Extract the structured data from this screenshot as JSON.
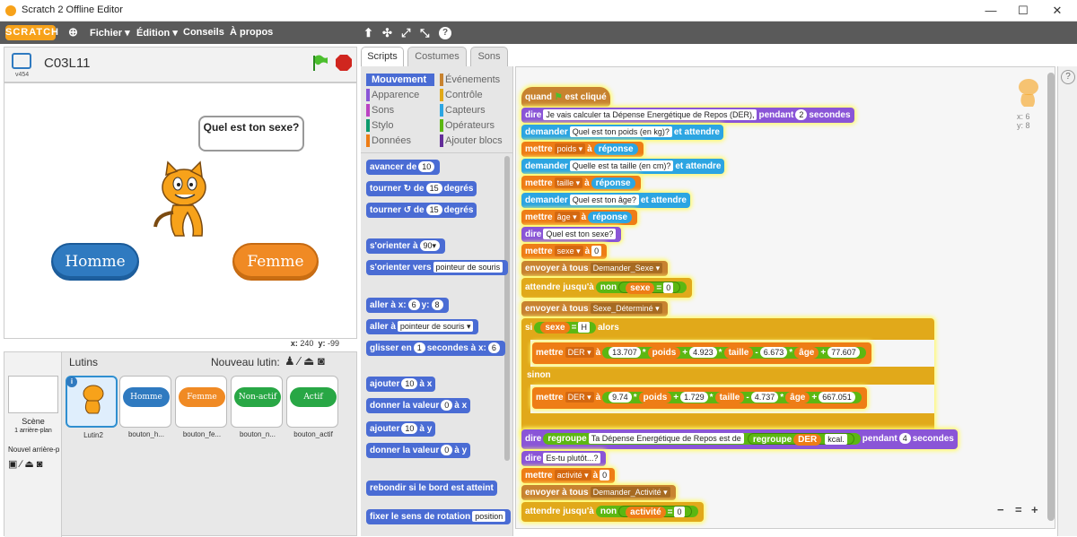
{
  "window": {
    "title": "Scratch 2 Offline Editor",
    "min": "—",
    "max": "☐",
    "close": "✕"
  },
  "menu": {
    "logo": "SCRATCH",
    "items": [
      "Fichier ▾",
      "Édition ▾",
      "Conseils",
      "À propos"
    ],
    "tools": [
      "⬆",
      "✣",
      "⤢",
      "⤡",
      "?"
    ]
  },
  "stage": {
    "name": "C03L11",
    "version": "v454",
    "bubble": "Quel est ton sexe?",
    "btn_homme": "Homme",
    "btn_femme": "Femme",
    "x_label": "x:",
    "x_val": "240",
    "y_label": "y:",
    "y_val": "-99"
  },
  "sprites": {
    "header": "Lutins",
    "new_label": "Nouveau lutin:",
    "scene_label": "Scène",
    "scene_sub": "1 arrière-plan",
    "new_bg": "Nouvel arrière-p",
    "items": [
      {
        "name": "Lutin2"
      },
      {
        "name": "bouton_h...",
        "pill": "Homme",
        "color": "#2f7ac0"
      },
      {
        "name": "bouton_fe...",
        "pill": "Femme",
        "color": "#f08a24"
      },
      {
        "name": "bouton_n...",
        "pill": "Non-actif",
        "color": "#28a745"
      },
      {
        "name": "bouton_actif",
        "pill": "Actif",
        "color": "#28a745"
      }
    ]
  },
  "tabs": [
    "Scripts",
    "Costumes",
    "Sons"
  ],
  "categories": {
    "left": [
      "Mouvement",
      "Apparence",
      "Sons",
      "Stylo",
      "Données"
    ],
    "right": [
      "Événements",
      "Contrôle",
      "Capteurs",
      "Opérateurs",
      "Ajouter blocs"
    ]
  },
  "palette": {
    "b1": "avancer de",
    "b1v": "10",
    "b2": "tourner ↻ de",
    "b2v": "15",
    "b2u": "degrés",
    "b3": "tourner ↺ de",
    "b3v": "15",
    "b3u": "degrés",
    "b4": "s'orienter à",
    "b4v": "90▾",
    "b5": "s'orienter vers",
    "b5v": "pointeur de souris",
    "b6a": "aller à x:",
    "b6x": "6",
    "b6b": "y:",
    "b6y": "8",
    "b7": "aller à",
    "b7v": "pointeur de souris ▾",
    "b8a": "glisser en",
    "b8s": "1",
    "b8b": "secondes à x:",
    "b8x": "6",
    "b9": "ajouter",
    "b9v": "10",
    "b9b": "à x",
    "b10": "donner la valeur",
    "b10v": "0",
    "b10b": "à x",
    "b11": "ajouter",
    "b11v": "10",
    "b11b": "à y",
    "b12": "donner la valeur",
    "b12v": "0",
    "b12b": "à y",
    "b13": "rebondir si le bord est atteint",
    "b14": "fixer le sens de rotation",
    "b14v": "position"
  },
  "script": {
    "hat": "quand",
    "hat2": "est cliqué",
    "s1a": "dire",
    "s1b": "Je vais calculer ta Dépense Energétique de Repos (DER),",
    "s1c": "pendant",
    "s1d": "2",
    "s1e": "secondes",
    "s2a": "demander",
    "s2b": "Quel est ton poids (en kg)?",
    "s2c": "et attendre",
    "s3a": "mettre",
    "s3b": "poids ▾",
    "s3c": "à",
    "s3d": "réponse",
    "s4a": "demander",
    "s4b": "Quelle est ta taille (en cm)?",
    "s4c": "et attendre",
    "s5a": "mettre",
    "s5b": "taille ▾",
    "s5c": "à",
    "s5d": "réponse",
    "s6a": "demander",
    "s6b": "Quel est ton âge?",
    "s6c": "et attendre",
    "s7a": "mettre",
    "s7b": "âge ▾",
    "s7c": "à",
    "s7d": "réponse",
    "s8a": "dire",
    "s8b": "Quel est ton sexe?",
    "s9a": "mettre",
    "s9b": "sexe ▾",
    "s9c": "à",
    "s9d": "0",
    "s10a": "envoyer à tous",
    "s10b": "Demander_Sexe ▾",
    "s11a": "attendre jusqu'à",
    "s11b": "non",
    "s11c": "sexe",
    "s11d": "=",
    "s11e": "0",
    "s12a": "envoyer à tous",
    "s12b": "Sexe_Déterminé ▾",
    "s13a": "si",
    "s13b": "sexe",
    "s13c": "=",
    "s13d": "H",
    "s13e": "alors",
    "s14a": "mettre",
    "s14b": "DER ▾",
    "s14c": "à",
    "s14d": "13.707",
    "s14e": "poids",
    "s14f": "4.923",
    "s14g": "taille",
    "s14h": "6.673",
    "s14i": "âge",
    "s14j": "77.607",
    "sinon": "sinon",
    "s15a": "mettre",
    "s15b": "DER ▾",
    "s15c": "à",
    "s15d": "9.74",
    "s15e": "poids",
    "s15f": "1.729",
    "s15g": "taille",
    "s15h": "4.737",
    "s15i": "âge",
    "s15j": "667.051",
    "s16a": "dire",
    "s16b": "regroupe",
    "s16c": "Ta Dépense Energétique de Repos est de",
    "s16d": "regroupe",
    "s16e": "DER",
    "s16f": "kcal.",
    "s16g": "pendant",
    "s16h": "4",
    "s16i": "secondes",
    "s17a": "dire",
    "s17b": "Es-tu plutôt...?",
    "s18a": "mettre",
    "s18b": "activité ▾",
    "s18c": "à",
    "s18d": "0",
    "s19a": "envoyer à tous",
    "s19b": "Demander_Activité ▾",
    "s20a": "attendre jusqu'à",
    "s20b": "non",
    "s20c": "activité",
    "s20d": "=",
    "s20e": "0",
    "ops": {
      "times": "*",
      "plus": "+",
      "minus": "-"
    },
    "coords": {
      "x": "x: 6",
      "y": "y: 8"
    },
    "zoom": [
      "−",
      "=",
      "+"
    ]
  }
}
